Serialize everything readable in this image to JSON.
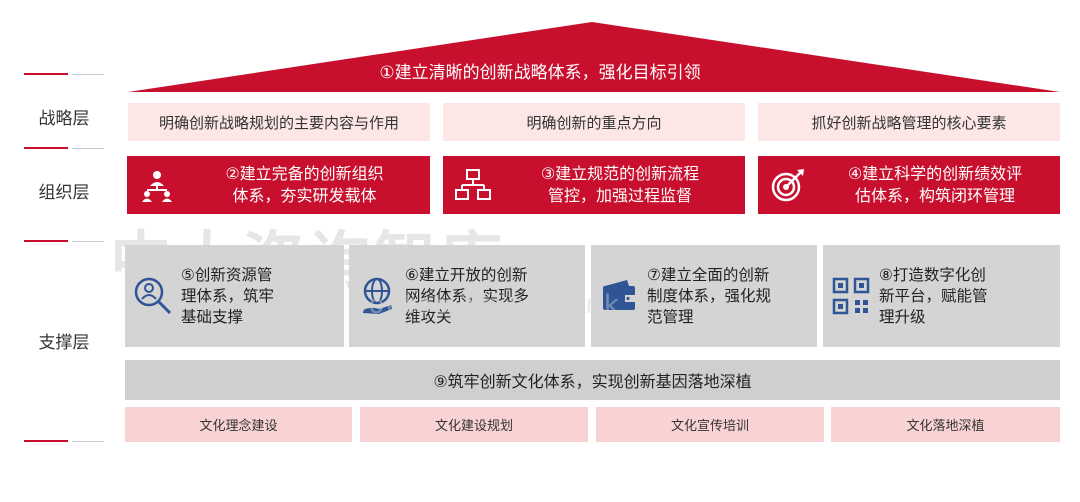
{
  "layers": {
    "strategy": "战略层",
    "organization": "组织层",
    "support": "支撑层"
  },
  "roof": {
    "title": "①建立清晰的创新战略体系，强化目标引领"
  },
  "strategy_items": [
    "明确创新战略规划的主要内容与作用",
    "明确创新的重点方向",
    "抓好创新战略管理的核心要素"
  ],
  "org_items": [
    {
      "line1": "②建立完备的创新组织",
      "line2": "体系，夯实研发载体",
      "icon": "people-network-icon"
    },
    {
      "line1": "③建立规范的创新流程",
      "line2": "管控，加强过程监督",
      "icon": "flowchart-icon"
    },
    {
      "line1": "④建立科学的创新绩效评",
      "line2": "估体系，构筑闭环管理",
      "icon": "target-icon"
    }
  ],
  "support_items": [
    {
      "line1": "⑤创新资源管",
      "line2": "理体系，筑牢",
      "line3": "基础支撑",
      "icon": "user-search-icon"
    },
    {
      "line1": "⑥建立开放的创新",
      "line2": "网络体系，实现多",
      "line3": "维攻关",
      "icon": "globe-hand-icon"
    },
    {
      "line1": "⑦建立全面的创新",
      "line2": "制度体系，强化规",
      "line3": "范管理",
      "icon": "wallet-icon"
    },
    {
      "line1": "⑧打造数字化创",
      "line2": "新平台，赋能管",
      "line3": "理升级",
      "icon": "qr-code-icon"
    }
  ],
  "culture": {
    "title": "⑨筑牢创新文化体系，实现创新基因落地深植",
    "items": [
      "文化理念建设",
      "文化建设规划",
      "文化宣传培训",
      "文化落地深植"
    ]
  },
  "watermark": {
    "main": "中大咨询智库",
    "sub": "Sootoo Think Tank"
  },
  "colors": {
    "red": "#c8102e",
    "pink": "#fde6e6",
    "grey": "#d4d4d4"
  }
}
